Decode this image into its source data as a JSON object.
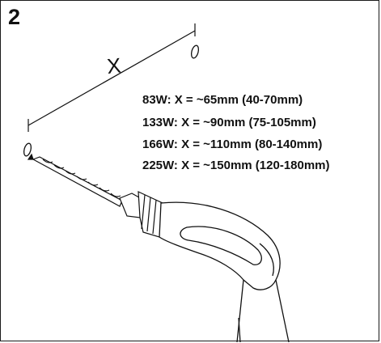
{
  "step_number": "2",
  "dimension_label": "X",
  "specs": [
    "83W: X = ~65mm (40-70mm)",
    "133W: X = ~90mm (75-105mm)",
    "166W: X = ~110mm (80-140mm)",
    "225W: X = ~150mm (120-180mm)"
  ]
}
